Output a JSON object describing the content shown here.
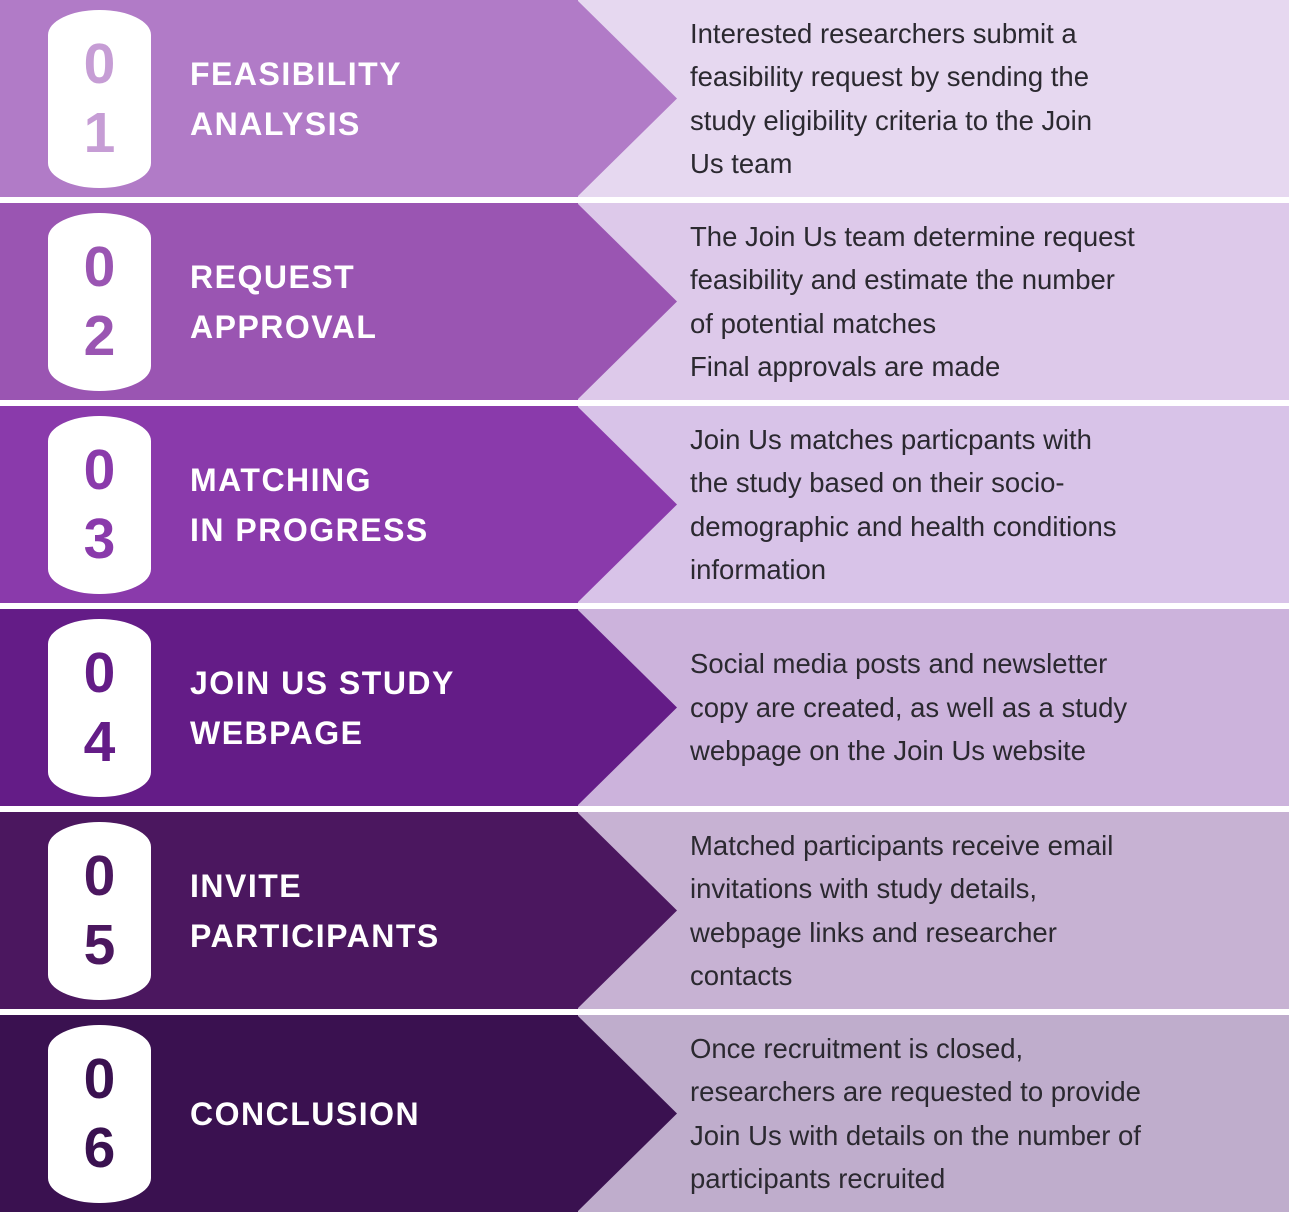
{
  "infographic": {
    "separator_color": "#ffffff",
    "title_color": "#ffffff",
    "description_text_color": "#2b2930",
    "steps": [
      {
        "number": "0\n1",
        "title": "FEASIBILITY\nANALYSIS",
        "description": "Interested researchers submit a\nfeasibility request by sending the\nstudy eligibility criteria to the Join\nUs team",
        "band_color": "#b17bc7",
        "panel_color": "#e6d8f0",
        "number_color": "#c69dd5"
      },
      {
        "number": "0\n2",
        "title": "REQUEST\nAPPROVAL",
        "description": "The Join Us team determine request\nfeasibility and estimate the number\nof potential matches\nFinal approvals are made",
        "band_color": "#9a55b2",
        "panel_color": "#ddc9ea",
        "number_color": "#9a55b2"
      },
      {
        "number": "0\n3",
        "title": "MATCHING\nIN PROGRESS",
        "description": "Join Us matches particpants with\nthe study based on their socio-\ndemographic and health conditions\ninformation",
        "band_color": "#8a3aab",
        "panel_color": "#d8c3e8",
        "number_color": "#8a3aab"
      },
      {
        "number": "0\n4",
        "title": "JOIN US STUDY\nWEBPAGE",
        "description": "Social media posts and newsletter\ncopy are created, as well as a study\nwebpage on the Join Us website",
        "band_color": "#641c87",
        "panel_color": "#ccb3dc",
        "number_color": "#641c87"
      },
      {
        "number": "0\n5",
        "title": "INVITE\nPARTICIPANTS",
        "description": "Matched participants receive email\ninvitations with study details,\nwebpage links and researcher\ncontacts",
        "band_color": "#4b175f",
        "panel_color": "#c7b2d3",
        "number_color": "#4b175f"
      },
      {
        "number": "0\n6",
        "title": "CONCLUSION",
        "description": "Once recruitment is closed,\nresearchers are requested to provide\nJoin Us with details on the number of\nparticipants recruited",
        "band_color": "#3a1150",
        "panel_color": "#bfadcc",
        "number_color": "#3a1150"
      }
    ]
  }
}
